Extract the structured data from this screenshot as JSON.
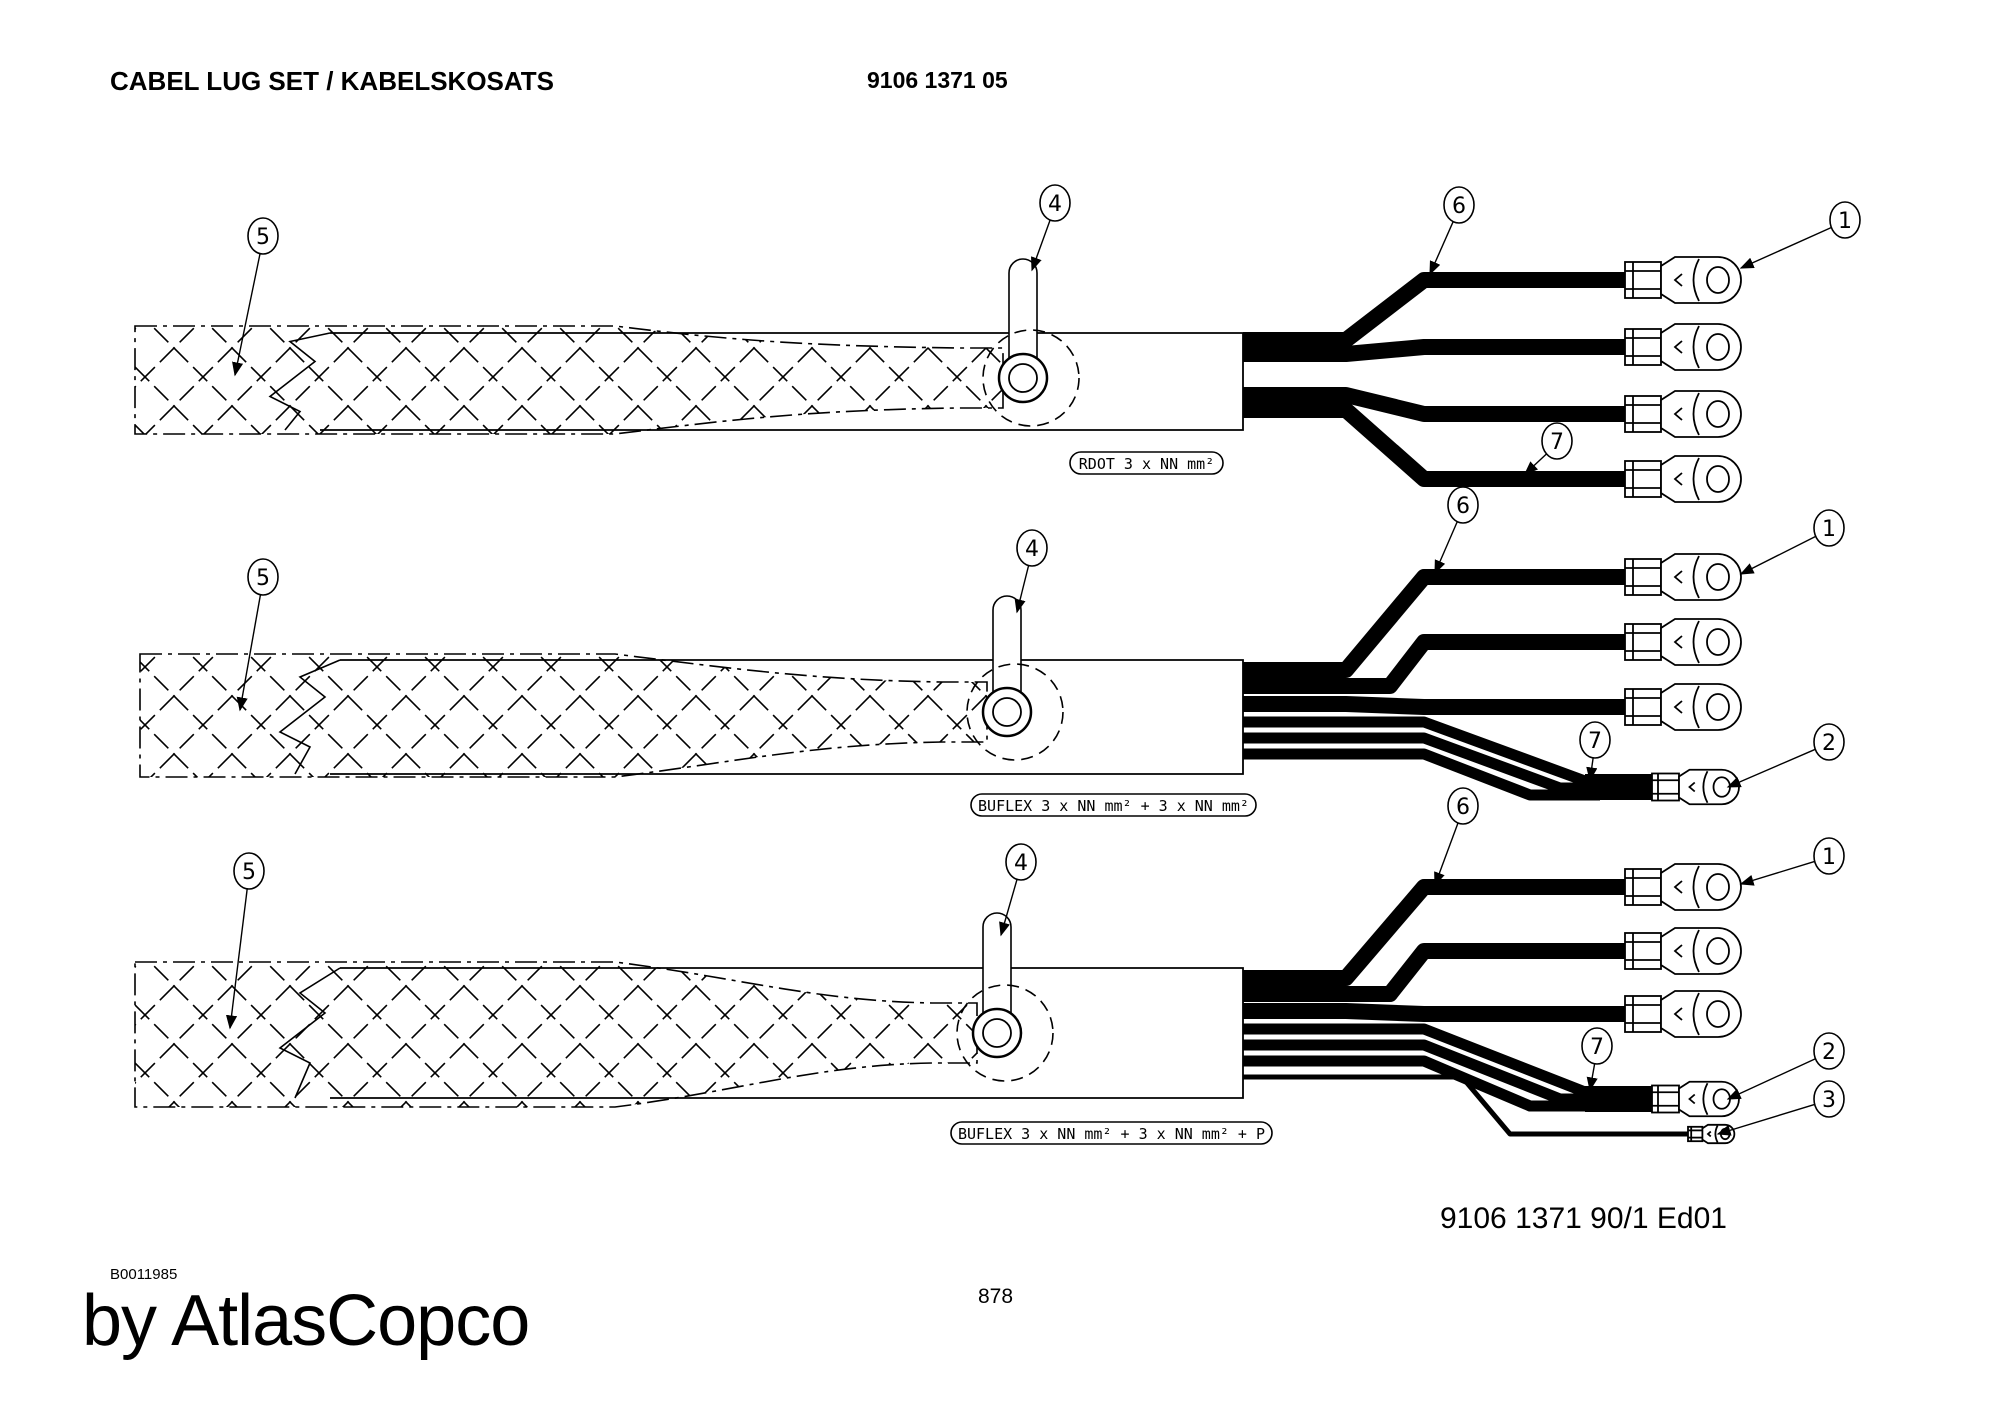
{
  "header": {
    "title": "CABEL LUG SET / KABELSKOSATS",
    "part_number": "9106 1371 05"
  },
  "footer": {
    "drawing_number": "9106 1371 90/1  Ed01",
    "image_code": "B0011985",
    "page_number": "878",
    "brand": "by AtlasCopco"
  },
  "assemblies": [
    {
      "cable_label": "RDOT 3 x NN mm²",
      "callouts": [
        "5",
        "4",
        "6",
        "1",
        "7"
      ]
    },
    {
      "cable_label": "BUFLEX 3 x NN mm² + 3 x NN mm²",
      "callouts": [
        "5",
        "4",
        "6",
        "1",
        "7",
        "2"
      ]
    },
    {
      "cable_label": "BUFLEX 3 x NN mm² + 3 x NN mm² + P",
      "callouts": [
        "5",
        "4",
        "6",
        "1",
        "7",
        "2",
        "3"
      ]
    }
  ]
}
